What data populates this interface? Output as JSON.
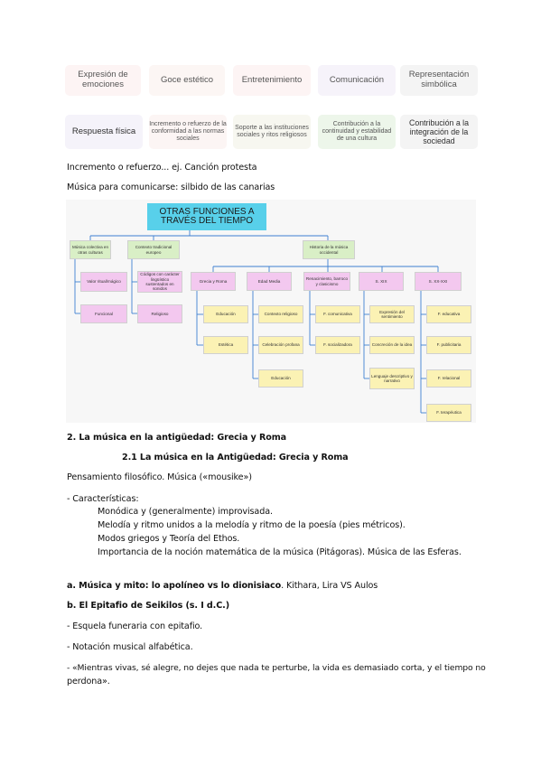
{
  "functions": {
    "row1": [
      {
        "label": "Expresión de emociones",
        "bg": "#fdf4f4"
      },
      {
        "label": "Goce estético",
        "bg": "#fcf6f4"
      },
      {
        "label": "Entretenimiento",
        "bg": "#fdf4f4"
      },
      {
        "label": "Comunicación",
        "bg": "#f6f3fa"
      },
      {
        "label": "Representación simbólica",
        "bg": "#f4f4f4"
      }
    ],
    "row2": [
      {
        "label": "Respuesta física",
        "bg": "#f5f3fa"
      },
      {
        "label": "Incremento o refuerzo de la conformidad a las normas sociales",
        "bg": "#fcf5f4"
      },
      {
        "label": "Soporte a las instituciones sociales y ritos religiosos",
        "bg": "#f7f7f0"
      },
      {
        "label": "Contribución a la continuidad y estabilidad de una cultura",
        "bg": "#edf6ea"
      },
      {
        "label": "Contribución a la integración de la sociedad",
        "bg": "#f4f4f4"
      }
    ]
  },
  "intro": {
    "line1": "Incremento o refuerzo... ej. Canción protesta",
    "line2": "Música para comunicarse: silbido de las canarias"
  },
  "diagram": {
    "title": "OTRAS FUNCIONES A TRAVÉS DEL TIEMPO",
    "col_a": {
      "head": "Música colectiva en otras culturas",
      "items": [
        "Valor ritual/mágico",
        "Funcional"
      ]
    },
    "col_b": {
      "head": "Contexto tradicional europeo",
      "items": [
        "Códigos con carácter lingüístico sustentados en sonidos",
        "Religioso"
      ]
    },
    "col_c": {
      "head": "Historia de la música occidental"
    },
    "eras": [
      {
        "head": "Grecia y Roma",
        "items": [
          "Educación",
          "Estética"
        ]
      },
      {
        "head": "Edad Media",
        "items": [
          "Contexto religioso",
          "Celebración profana",
          "Educación"
        ]
      },
      {
        "head": "Renacimiento, barroco y clasicismo",
        "items": [
          "F. comunicativa",
          "F. socializadora"
        ]
      },
      {
        "head": "S. XIX",
        "items": [
          "Expresión del sentimiento",
          "Concreción de la idea",
          "Lenguaje descriptivo y narrativo"
        ]
      },
      {
        "head": "S. XX-XXI",
        "items": [
          "F. educativa",
          "F. publicitaria",
          "F. relacional",
          "F. terapéutica"
        ]
      }
    ]
  },
  "section": {
    "heading": "2. La música en la antigüedad: Grecia y Roma",
    "subheading": "2.1 La música en la Antigüedad: Grecia y Roma",
    "intro": "Pensamiento filosófico. Música («mousike»)",
    "char_label": "- Características:",
    "chars": [
      "Monódica y (generalmente) improvisada.",
      "Melodía y ritmo unidos a la melodía y ritmo de la poesía (pies métricos).",
      "Modos griegos y Teoría del Ethos.",
      "Importancia de la noción matemática de la música (Pitágoras). Música de las Esferas."
    ],
    "myth_bold": "a. Música y mito: lo apolíneo vs lo dionisiaco",
    "myth_rest": ". Kithara, Lira VS Aulos",
    "epitaph_heading": "b. El Epitafio de Seikilos (s. I d.C.)",
    "epitaph_items": [
      "- Esquela funeraria con epitafio.",
      "- Notación musical alfabética."
    ],
    "quote_line1": "- «Mientras vivas, sé alegre, no dejes que nada te perturbe, la vida es demasiado corta, y el tiempo no",
    "quote_line2": "perdona»."
  }
}
